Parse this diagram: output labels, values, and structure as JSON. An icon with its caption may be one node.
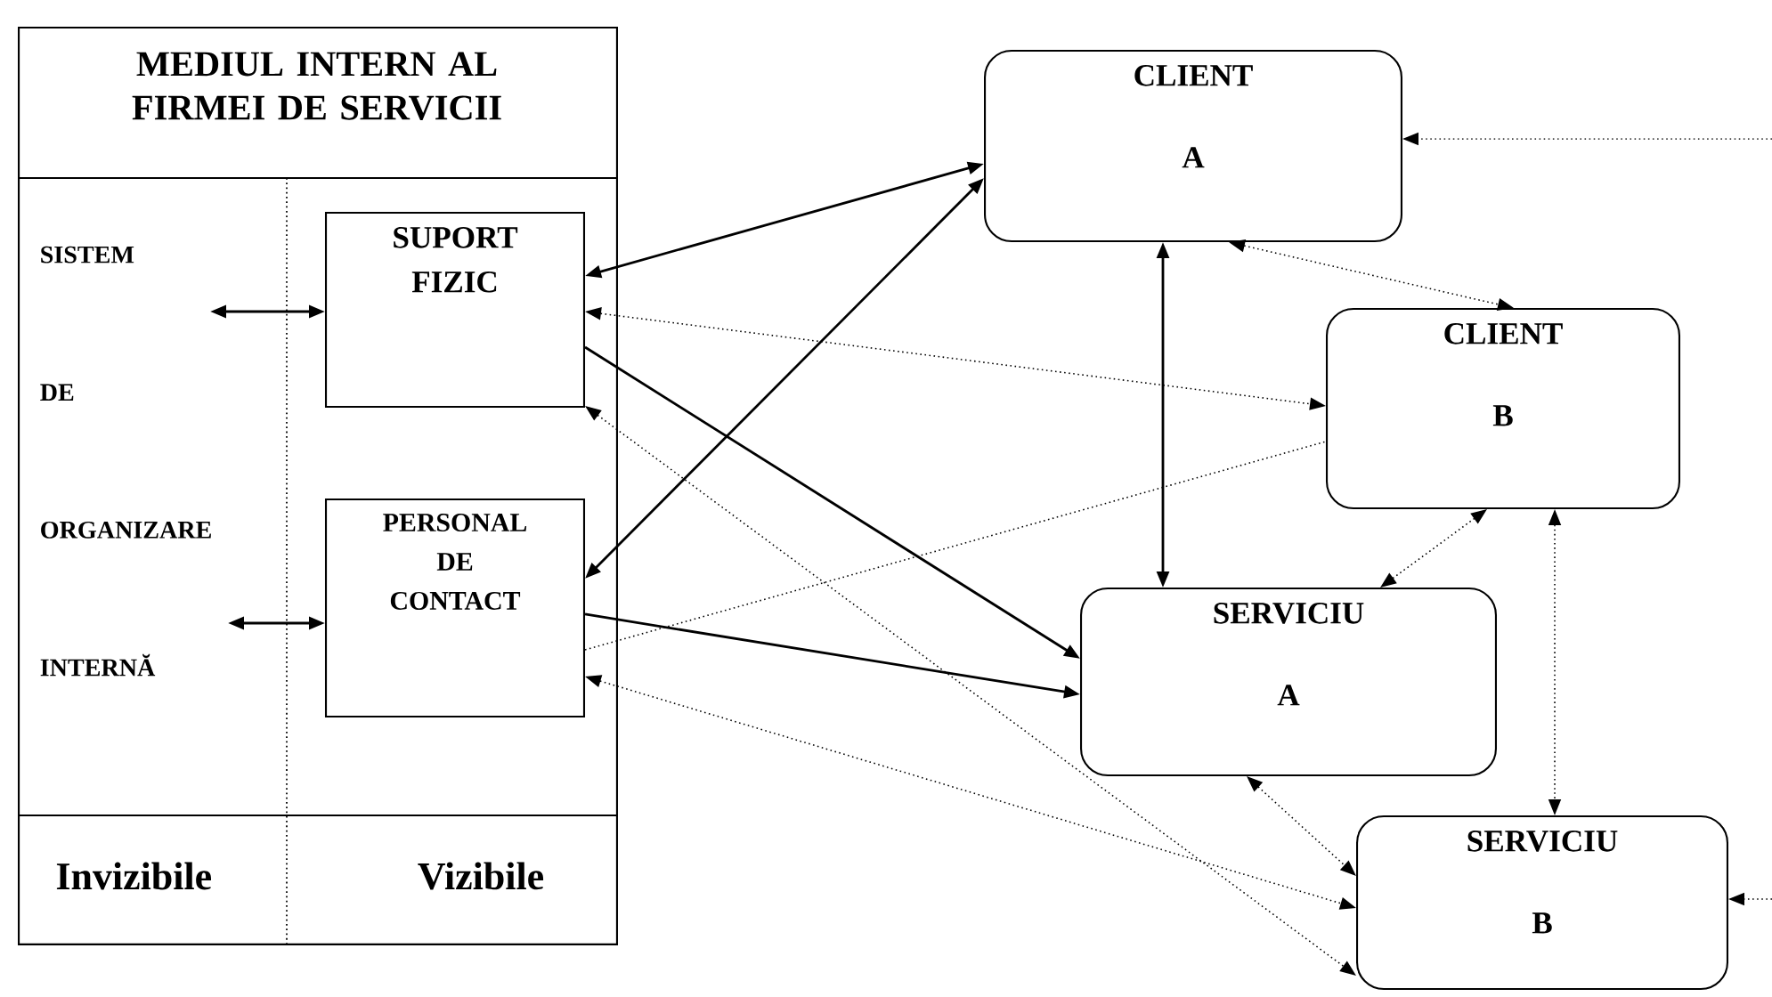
{
  "diagram": {
    "nodes": [
      {
        "text": [
          "MEDIUL INTERN AL FIRMEI DE SERVICII"
        ]
      },
      {
        "text": [
          "SISTEM DE ORGANIZARE INTERNĂ"
        ],
        "in": 0
      },
      {
        "text": [
          "SUPORT FIZIC"
        ],
        "in": 0
      },
      {
        "text": [
          "PERSONAL DE CONTACT"
        ],
        "in": 0
      },
      {
        "text": [
          "CLIENT A"
        ]
      },
      {
        "text": [
          "CLIENT B"
        ]
      },
      {
        "text": [
          "SERVICIU A"
        ]
      },
      {
        "text": [
          "SERVICIU B"
        ]
      }
    ],
    "edges": [
      {
        "from": 1,
        "to": 2,
        "arrow": "both"
      },
      {
        "from": 1,
        "to": 3,
        "arrow": "both"
      },
      {
        "from": 2,
        "to": 4,
        "arrow": "both"
      },
      {
        "from": 3,
        "to": 4,
        "arrow": "both"
      },
      {
        "from": 2,
        "to": 5,
        "arrow": "both",
        "style": "dashed"
      },
      {
        "from": 2,
        "to": 6,
        "arrow": "to"
      },
      {
        "from": 2,
        "to": 7,
        "arrow": "both",
        "style": "dashed"
      },
      {
        "from": 3,
        "to": 5,
        "arrow": "none",
        "style": "dashed"
      },
      {
        "from": 3,
        "to": 6,
        "arrow": "to"
      },
      {
        "from": 3,
        "to": 7,
        "arrow": "both",
        "style": "dashed"
      },
      {
        "from": 4,
        "to": 6,
        "arrow": "both"
      },
      {
        "from": 4,
        "to": 5,
        "arrow": "both",
        "style": "dashed"
      },
      {
        "from": 5,
        "to": 6,
        "arrow": "both",
        "style": "dashed"
      },
      {
        "from": 5,
        "to": 7,
        "arrow": "both",
        "style": "dashed"
      },
      {
        "from": 6,
        "to": 7,
        "arrow": "both",
        "style": "dashed"
      },
      {
        "from": null,
        "to": 4,
        "arrow": "to",
        "style": "dashed"
      },
      {
        "from": null,
        "to": 7,
        "arrow": "to",
        "style": "dashed"
      }
    ],
    "labels": [
      "Invizibile",
      "Vizibile"
    ]
  }
}
